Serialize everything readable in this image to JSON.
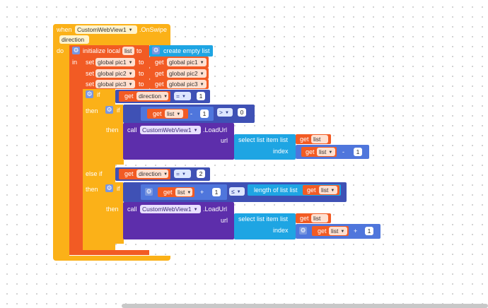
{
  "event": {
    "when": "when",
    "component": "CustomWebView1",
    "event_name": ".OnSwipe",
    "param": "direction",
    "do": "do"
  },
  "init_local": {
    "label": "initialize local",
    "var": "list",
    "to": "to",
    "in": "in",
    "create_list": "create empty list"
  },
  "sets": [
    {
      "set": "set",
      "var": "global pic1",
      "to": "to",
      "get": "get",
      "value": "global pic1"
    },
    {
      "set": "set",
      "var": "global pic2",
      "to": "to",
      "get": "get",
      "value": "global pic2"
    },
    {
      "set": "set",
      "var": "global pic3",
      "to": "to",
      "get": "get",
      "value": "global pic3"
    }
  ],
  "if1": {
    "if": "if",
    "get": "get",
    "var": "direction",
    "op": "=",
    "value": "1",
    "then": "then"
  },
  "inner_if1": {
    "if": "if",
    "get": "get",
    "var": "list",
    "minus": "-",
    "num": "1",
    "op": ">",
    "value": "0",
    "then": "then"
  },
  "call1": {
    "call": "call",
    "component": "CustomWebView1",
    "method": ".LoadUrl",
    "url": "url",
    "select": "select list item",
    "list": "list",
    "get": "get",
    "list_var": "list",
    "index": "index",
    "index_get": "get",
    "index_var": "list",
    "minus": "-",
    "num": "1"
  },
  "elseif": {
    "label": "else if",
    "get": "get",
    "var": "direction",
    "op": "=",
    "value": "2",
    "then": "then"
  },
  "inner_if2": {
    "if": "if",
    "get": "get",
    "var": "list",
    "plus": "+",
    "num": "1",
    "op": "≤",
    "length_label": "length of list",
    "list": "list",
    "len_get": "get",
    "len_var": "list",
    "then": "then"
  },
  "call2": {
    "call": "call",
    "component": "CustomWebView1",
    "method": ".LoadUrl",
    "url": "url",
    "select": "select list item",
    "list": "list",
    "get": "get",
    "list_var": "list",
    "index": "index",
    "index_get": "get",
    "index_var": "list",
    "plus": "+",
    "num": "1"
  },
  "colors": {
    "event": "#fbb118",
    "variable": "#f25b24",
    "control": "#fbb118",
    "math": "#3f51b5",
    "component": "#5d2eab",
    "list": "#1ea5e3"
  }
}
